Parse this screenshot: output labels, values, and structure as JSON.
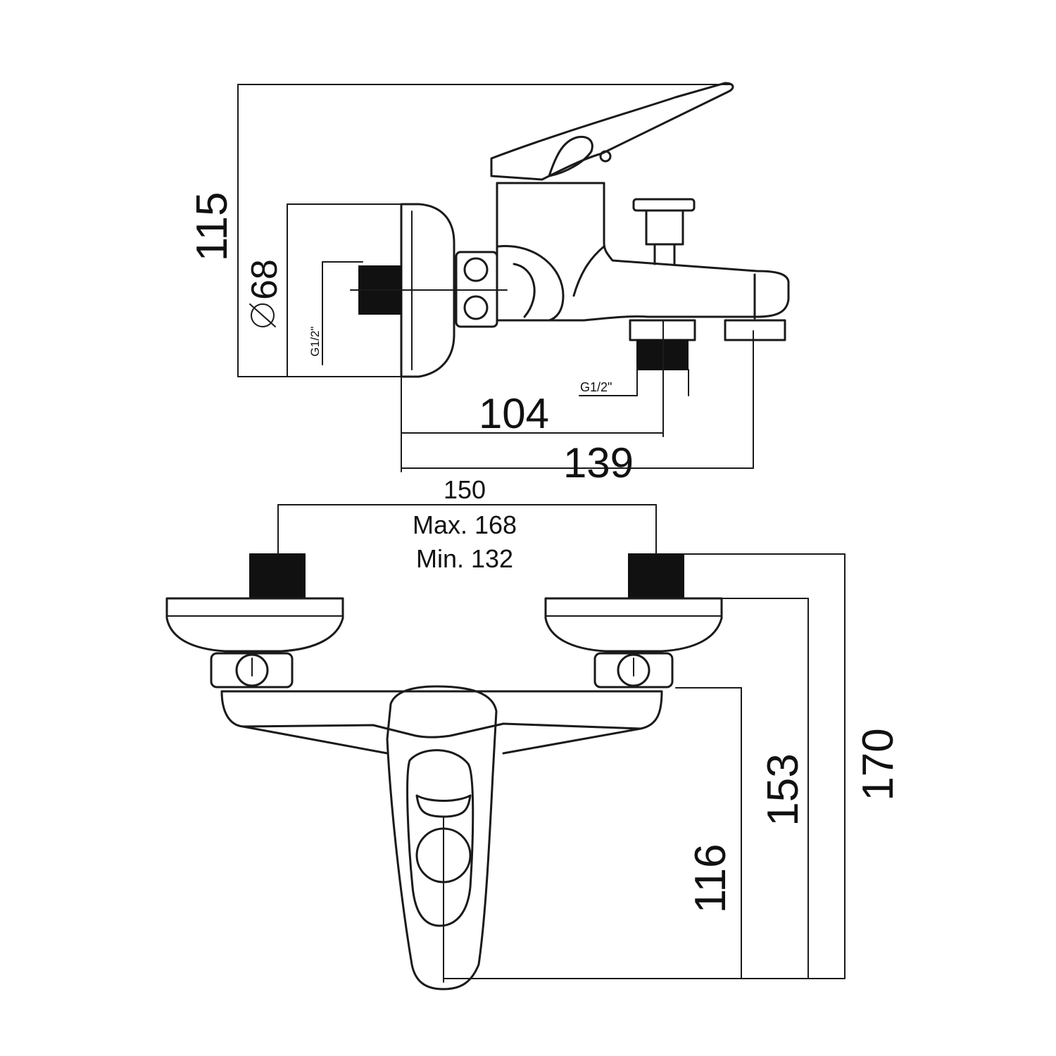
{
  "side_view": {
    "height_label": "115",
    "diameter_label": "68",
    "inlet_thread_label": "G1/2\"",
    "outlet_thread_label": "G1/2\"",
    "outlet_distance_label": "104",
    "spout_length_label": "139"
  },
  "front_view": {
    "center_distance_label": "150",
    "center_max_label": "Max. 168",
    "center_min_label": "Min. 132",
    "spout_height_label": "116",
    "body_height_label": "153",
    "overall_height_label": "170"
  }
}
